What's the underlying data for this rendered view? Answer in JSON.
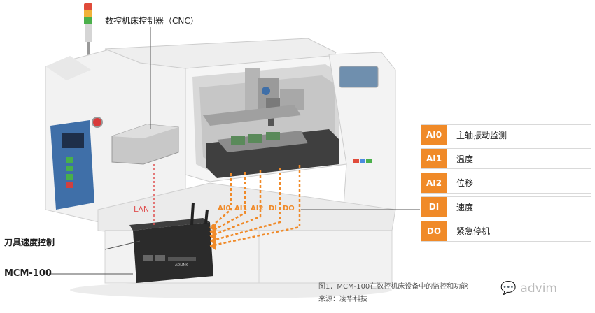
{
  "labels": {
    "cnc": "数控机床控制器（CNC）",
    "tool_speed": "刀具速度控制",
    "mcm": "MCM-100",
    "lan": "LAN"
  },
  "arrow_labels": [
    "AI0",
    "AI1",
    "AI2",
    "DI",
    "DO"
  ],
  "signals": [
    {
      "code": "AI0",
      "text": "主轴振动监测"
    },
    {
      "code": "AI1",
      "text": "温度"
    },
    {
      "code": "AI2",
      "text": "位移"
    },
    {
      "code": "DI",
      "text": "速度"
    },
    {
      "code": "DO",
      "text": "紧急停机"
    }
  ],
  "caption": {
    "line1": "图1．MCM-100在数控机床设备中的监控和功能",
    "line2": "来源：凌华科技"
  },
  "watermark": "advim",
  "device_label": "ADLINK",
  "colors": {
    "accent": "#f08a28",
    "lan_line": "#e05050",
    "panel_blue": "#3f6fa8"
  }
}
